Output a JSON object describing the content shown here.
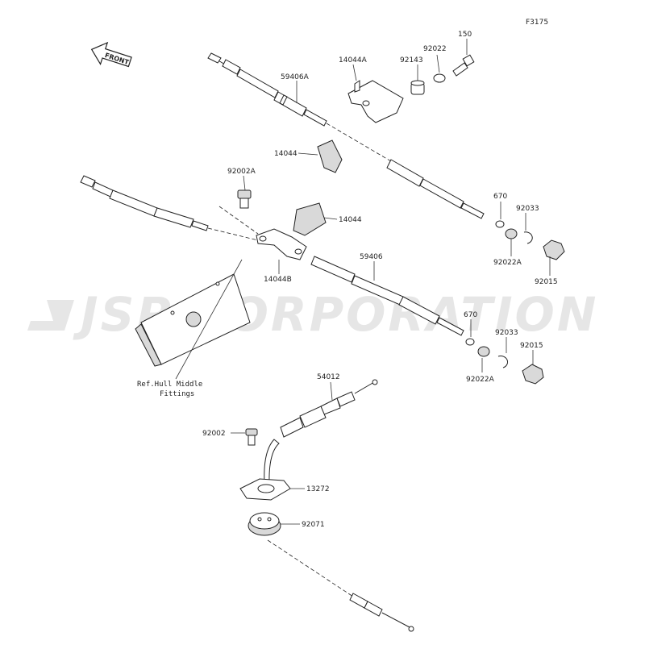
{
  "diagram_id": "F3175",
  "watermark": "JSP CORPORATION",
  "front_label": "FRONT",
  "ref_note_line1": "Ref.Hull Middle",
  "ref_note_line2": "Fittings",
  "labels": {
    "p150": "150",
    "p92022": "92022",
    "p92143": "92143",
    "p14044A": "14044A",
    "p59406A": "59406A",
    "p14044_top": "14044",
    "p92002A": "92002A",
    "p14044_mid": "14044",
    "p14044B": "14044B",
    "p670_top": "670",
    "p92033_top": "92033",
    "p92022A_top": "92022A",
    "p92015_top": "92015",
    "p59406": "59406",
    "p670_bot": "670",
    "p92033_bot": "92033",
    "p92015_bot": "92015",
    "p92022A_bot": "92022A",
    "p54012": "54012",
    "p92002": "92002",
    "p13272": "13272",
    "p92071": "92071"
  },
  "colors": {
    "line": "#222222",
    "shade": "#d9d9d9",
    "watermark": "#e6e6e6"
  },
  "icons": [
    "front-arrow-icon"
  ]
}
